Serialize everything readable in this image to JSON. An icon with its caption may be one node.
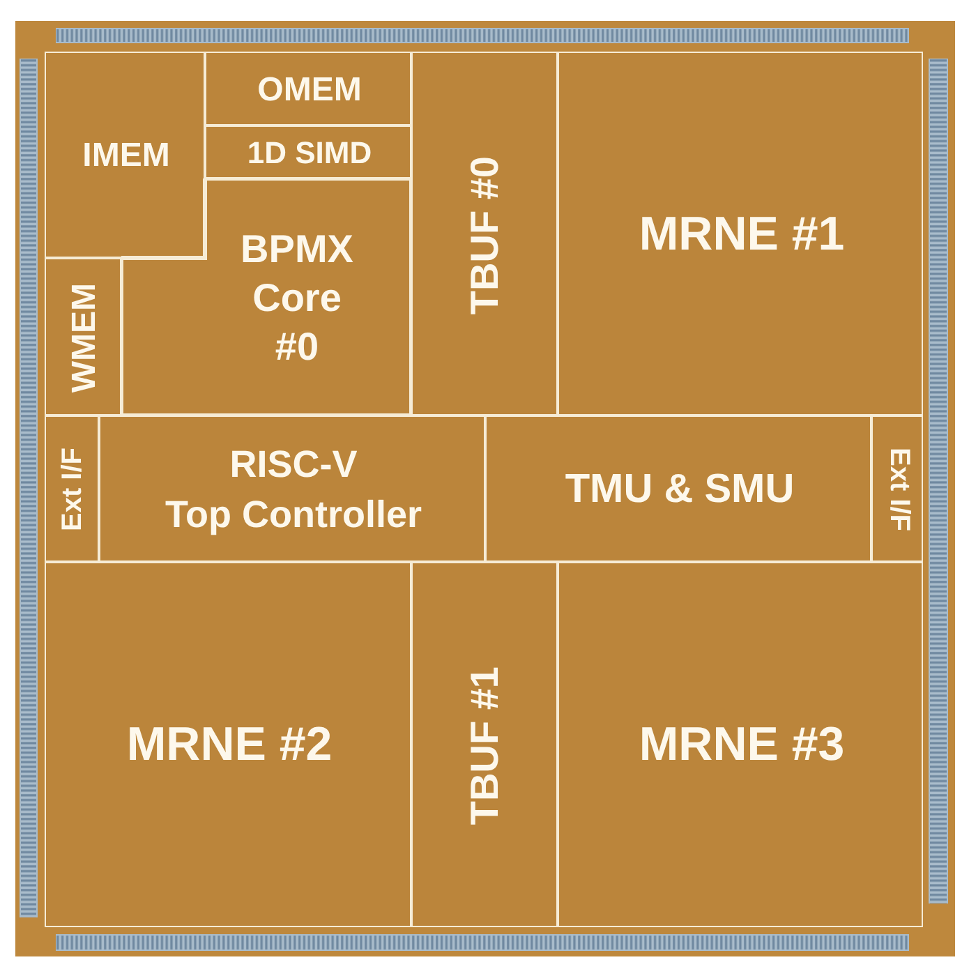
{
  "diagram": {
    "nodes": [
      {
        "text": [
          "IMEM"
        ]
      },
      {
        "text": [
          "OMEM"
        ]
      },
      {
        "text": [
          "1D SIMD"
        ]
      },
      {
        "text": [
          "TBUF #0"
        ]
      },
      {
        "text": [
          "MRNE #1"
        ]
      },
      {
        "text": [
          "BPMX Core #0"
        ]
      },
      {
        "text": [
          "WMEM"
        ]
      },
      {
        "text": [
          "Ext I/F"
        ]
      },
      {
        "text": [
          "RISC-V Top Controller"
        ]
      },
      {
        "text": [
          "TMU & SMU"
        ]
      },
      {
        "text": [
          "Ext I/F"
        ]
      },
      {
        "text": [
          "MRNE #2"
        ]
      },
      {
        "text": [
          "TBUF #1"
        ]
      },
      {
        "text": [
          "MRNE #3"
        ]
      }
    ]
  }
}
